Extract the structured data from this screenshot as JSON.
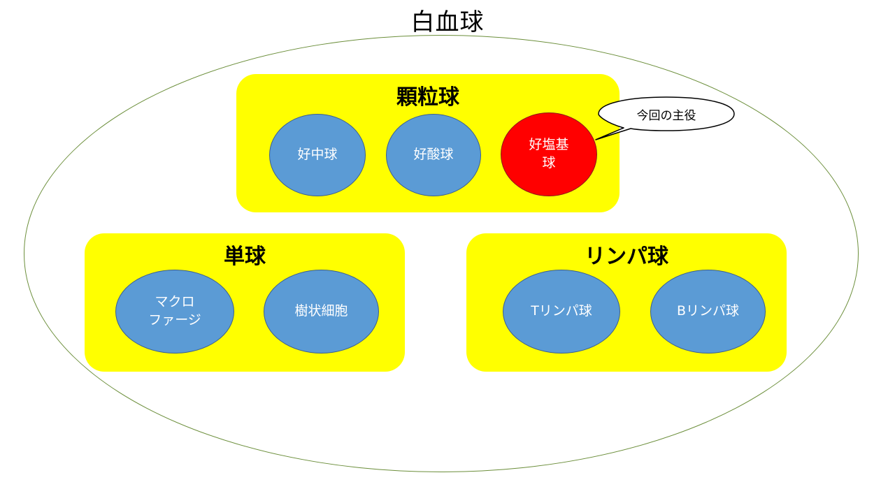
{
  "title": "白血球",
  "groups": {
    "granulocyte": {
      "label": "顆粒球",
      "cells": [
        "好中球",
        "好酸球",
        "好塩基\n球"
      ]
    },
    "monocyte": {
      "label": "単球",
      "cells": [
        "マクロ\nファージ",
        "樹状細胞"
      ]
    },
    "lymphocyte": {
      "label": "リンパ球",
      "cells": [
        "Tリンパ球",
        "Bリンパ球"
      ]
    }
  },
  "callout": "今回の主役",
  "colors": {
    "group_fill": "#ffff00",
    "cell_fill": "#5b9bd5",
    "highlight_fill": "#ff0000",
    "outline": "#6b8e3a"
  }
}
